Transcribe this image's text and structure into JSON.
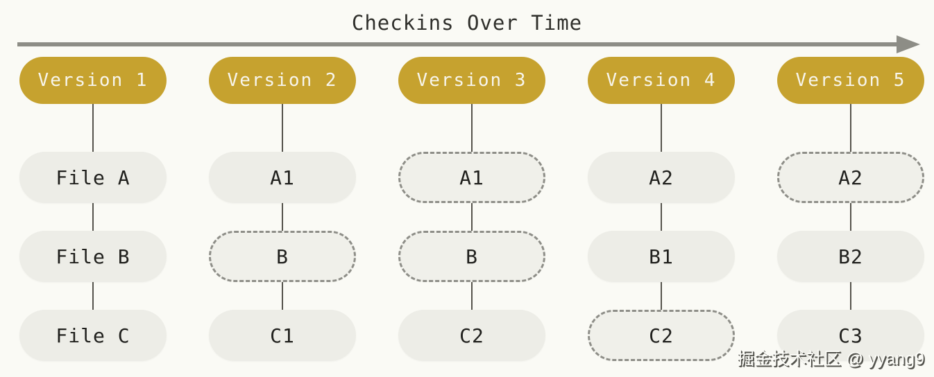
{
  "title": "Checkins Over Time",
  "watermark": "掘金技术社区 @ yyang9",
  "colors": {
    "background": "#FAFAF5",
    "version_pill": "#C6A22F",
    "version_text": "#F7F5EC",
    "file_pill": "#EDEDE7",
    "file_text": "#20201D",
    "dashed_border": "#8E8E88",
    "arrow": "#8D8D86",
    "connector": "#55534C"
  },
  "diagram": {
    "columns": [
      {
        "version": "Version 1",
        "files": [
          {
            "label": "File A",
            "style": "solid"
          },
          {
            "label": "File B",
            "style": "solid"
          },
          {
            "label": "File C",
            "style": "solid"
          }
        ]
      },
      {
        "version": "Version 2",
        "files": [
          {
            "label": "A1",
            "style": "solid"
          },
          {
            "label": "B",
            "style": "dashed"
          },
          {
            "label": "C1",
            "style": "solid"
          }
        ]
      },
      {
        "version": "Version 3",
        "files": [
          {
            "label": "A1",
            "style": "dashed"
          },
          {
            "label": "B",
            "style": "dashed"
          },
          {
            "label": "C2",
            "style": "solid"
          }
        ]
      },
      {
        "version": "Version 4",
        "files": [
          {
            "label": "A2",
            "style": "solid"
          },
          {
            "label": "B1",
            "style": "solid"
          },
          {
            "label": "C2",
            "style": "dashed"
          }
        ]
      },
      {
        "version": "Version 5",
        "files": [
          {
            "label": "A2",
            "style": "dashed"
          },
          {
            "label": "B2",
            "style": "solid"
          },
          {
            "label": "C3",
            "style": "solid"
          }
        ]
      }
    ]
  }
}
